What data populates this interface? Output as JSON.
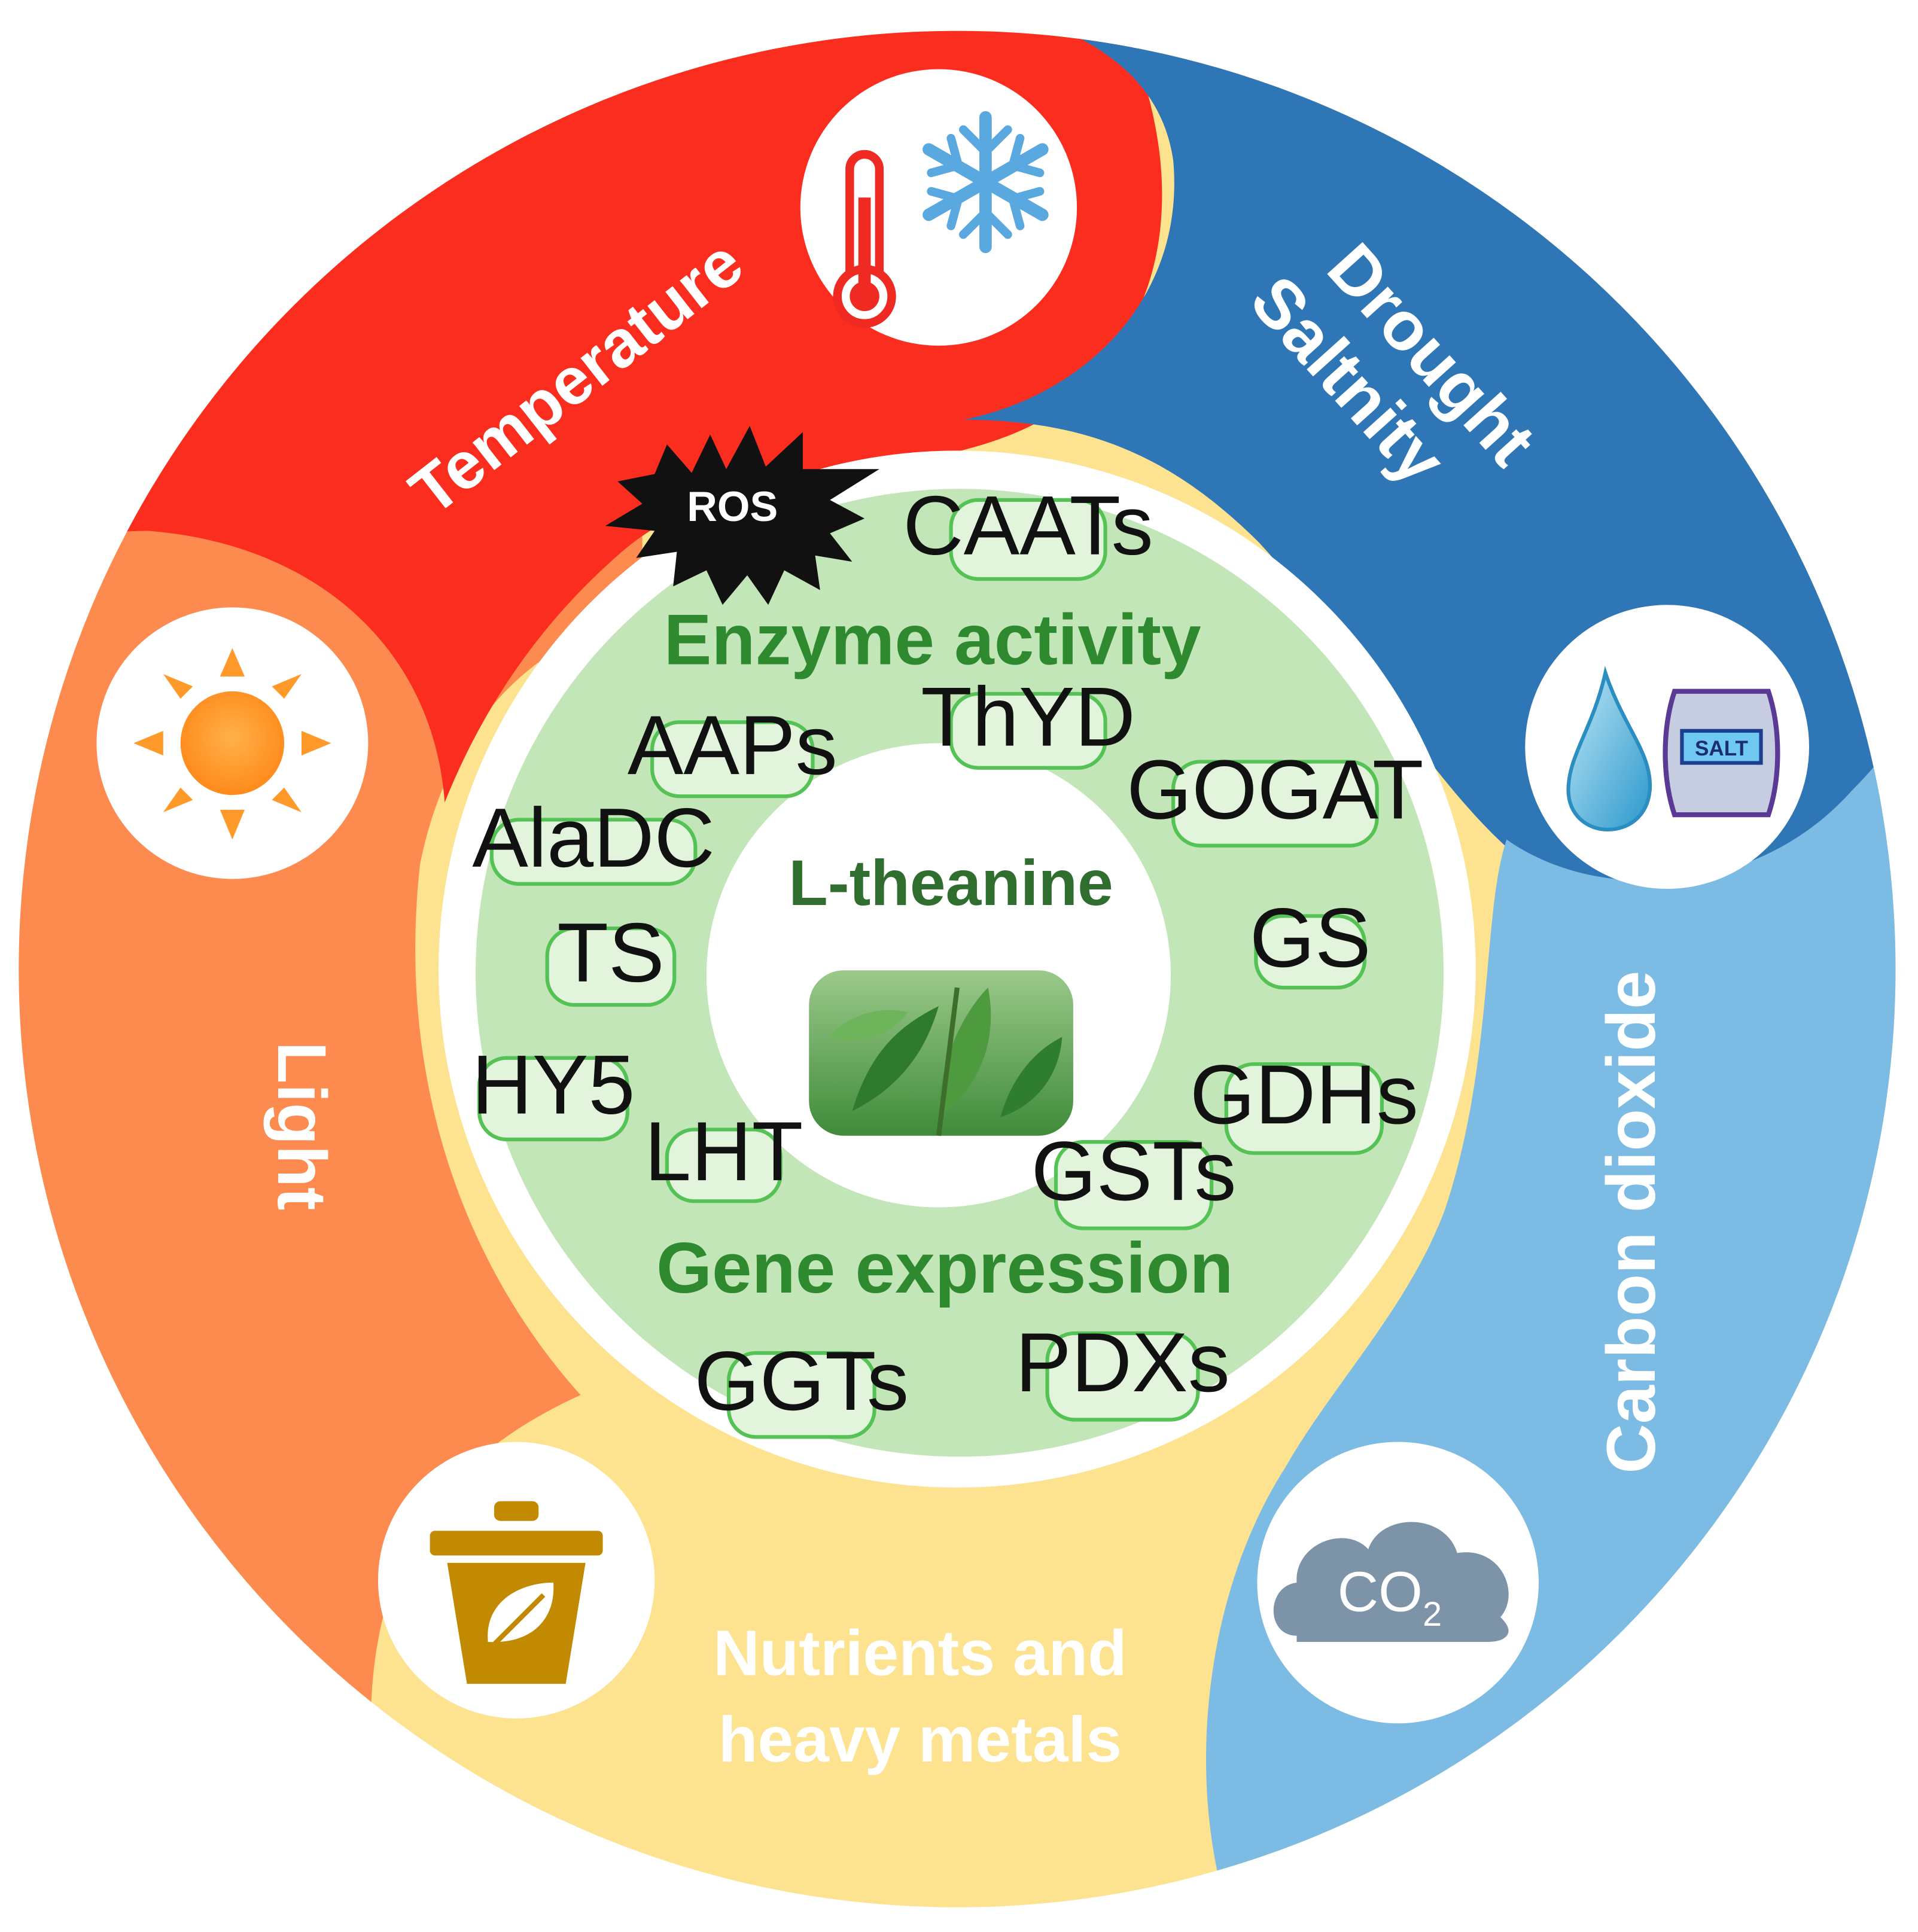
{
  "colors": {
    "temperature": "#fb2d1f",
    "drought": "#2f76b6",
    "co2": "#7cbbe3",
    "nutrients": "#fde28f",
    "light": "#fd8a4e",
    "inner_ring": "#c3e6b9",
    "title_green": "#2f8a2f",
    "pill_stroke": "#55c255",
    "pill_fill": "#e2f4dc",
    "pot": "#c28a00"
  },
  "segments": {
    "temperature": {
      "label": "Temperature",
      "icons": [
        "thermometer-icon",
        "snowflake-icon"
      ]
    },
    "drought": {
      "line1": "Drought",
      "line2": "Saltnity",
      "icons": [
        "water-drop-icon",
        "salt-bag-icon"
      ],
      "salt_text": "SALT"
    },
    "co2": {
      "label": "Carbon dioxide",
      "icon": "co2-cloud-icon",
      "co2_main": "CO",
      "co2_sub": "2"
    },
    "nutrients": {
      "line1": "Nutrients and",
      "line2": "heavy metals",
      "icon": "plant-pot-icon"
    },
    "light": {
      "label": "Light",
      "icon": "sun-icon"
    }
  },
  "center": {
    "ros": "ROS",
    "enzyme_title": "Enzyme activity",
    "gene_title": "Gene expression",
    "core_title": "L-theanine",
    "core_image": "tea-plant-photo"
  },
  "pills": [
    "CAATs",
    "ThYD",
    "AAPs",
    "GOGAT",
    "AlaDC",
    "GS",
    "TS",
    "GDHs",
    "HY5",
    "LHT",
    "GSTs",
    "PDXs",
    "GGTs"
  ]
}
